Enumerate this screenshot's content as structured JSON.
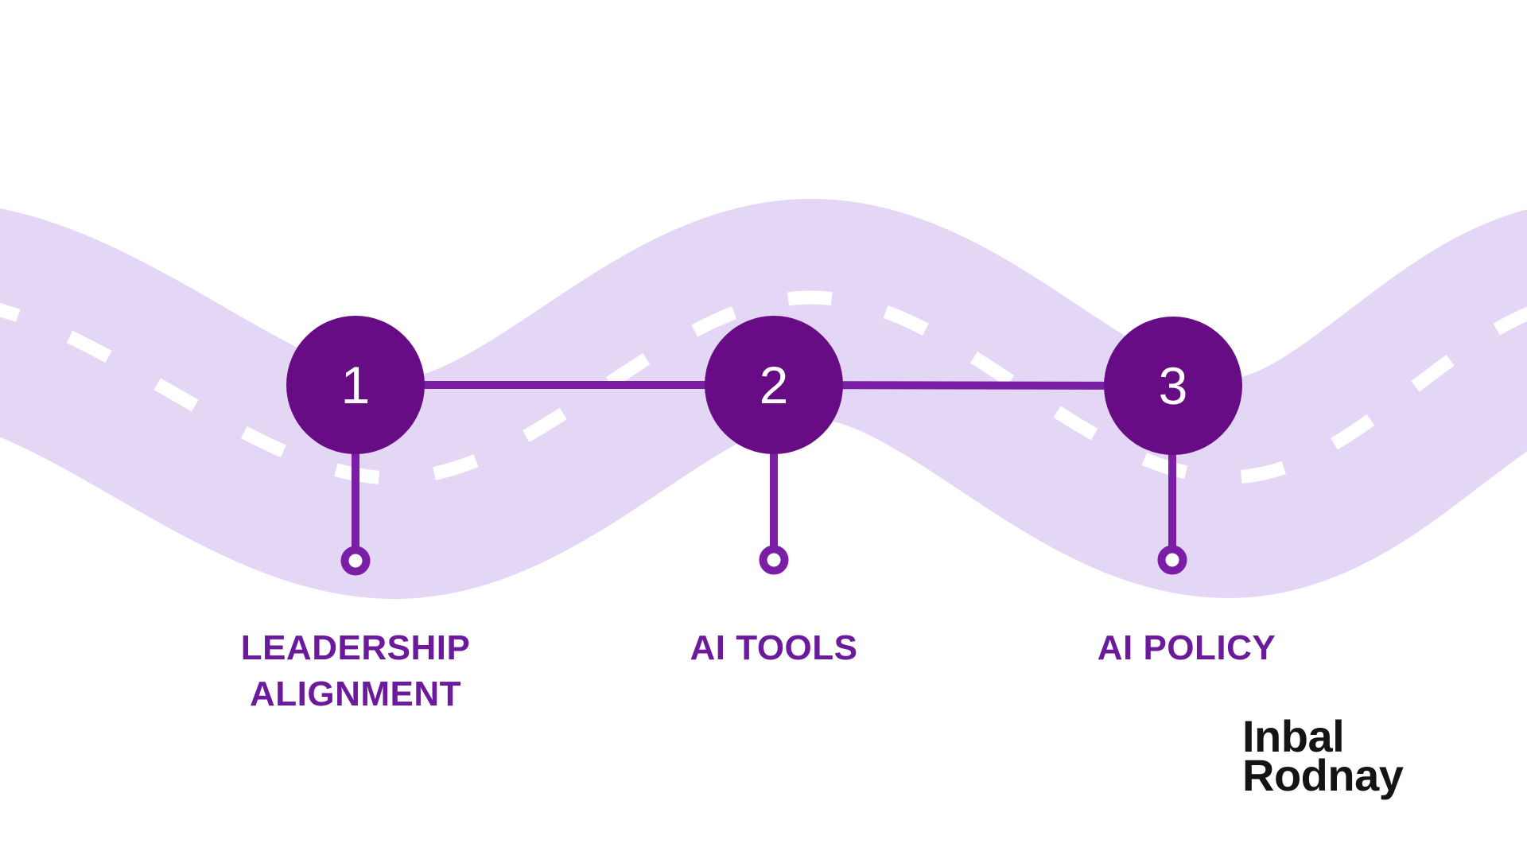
{
  "page": {
    "background_color": "#ffffff"
  },
  "roadmap": {
    "road_color": "#e4d6f5",
    "dash_color": "#ffffff",
    "line_color": "#7a1fa5",
    "node_color": "#680c86",
    "number_color": "#ffffff",
    "label_color": "#6b1a9b",
    "steps": [
      {
        "number": "1",
        "label": "LEADERSHIP\nALIGNMENT"
      },
      {
        "number": "2",
        "label": "AI TOOLS"
      },
      {
        "number": "3",
        "label": "AI POLICY"
      }
    ]
  },
  "branding": {
    "logo_text": "Inbal\nRodnay",
    "logo_color": "#141414"
  }
}
